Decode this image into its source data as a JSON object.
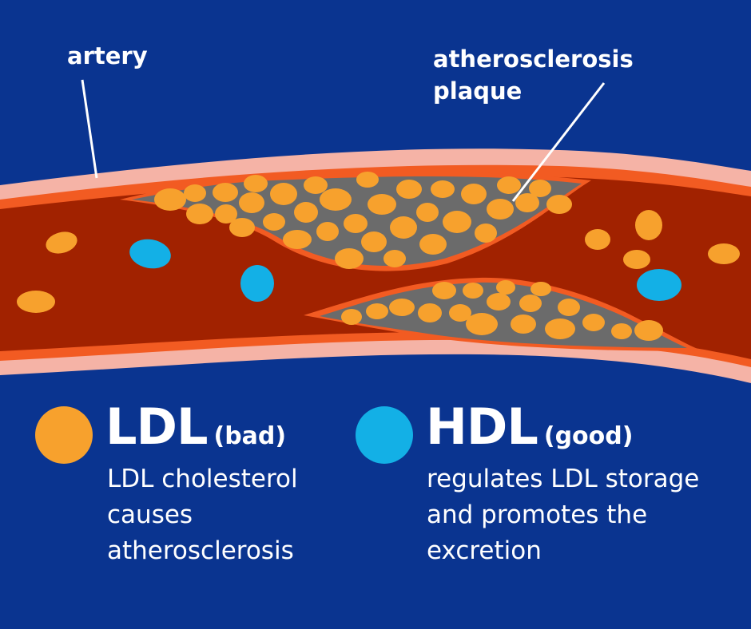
{
  "labels": {
    "artery": "artery",
    "plaque_lines": [
      "atherosclerosis",
      "plaque"
    ]
  },
  "legend": {
    "ldl": {
      "abbr": "LDL",
      "qualifier": "(bad)",
      "description_lines": [
        "LDL cholesterol",
        "causes",
        "atherosclerosis"
      ]
    },
    "hdl": {
      "abbr": "HDL",
      "qualifier": "(good)",
      "description_lines": [
        "regulates LDL storage",
        "and promotes the",
        "excretion"
      ]
    }
  },
  "colors": {
    "background": "#0a3490",
    "artery_wall": "#f5b3a6",
    "inner_lining": "#f25b22",
    "blood": "#a12200",
    "plaque_core": "#6b6b6b",
    "ldl": "#f7a12d",
    "hdl": "#13b0e6",
    "text": "#ffffff"
  }
}
